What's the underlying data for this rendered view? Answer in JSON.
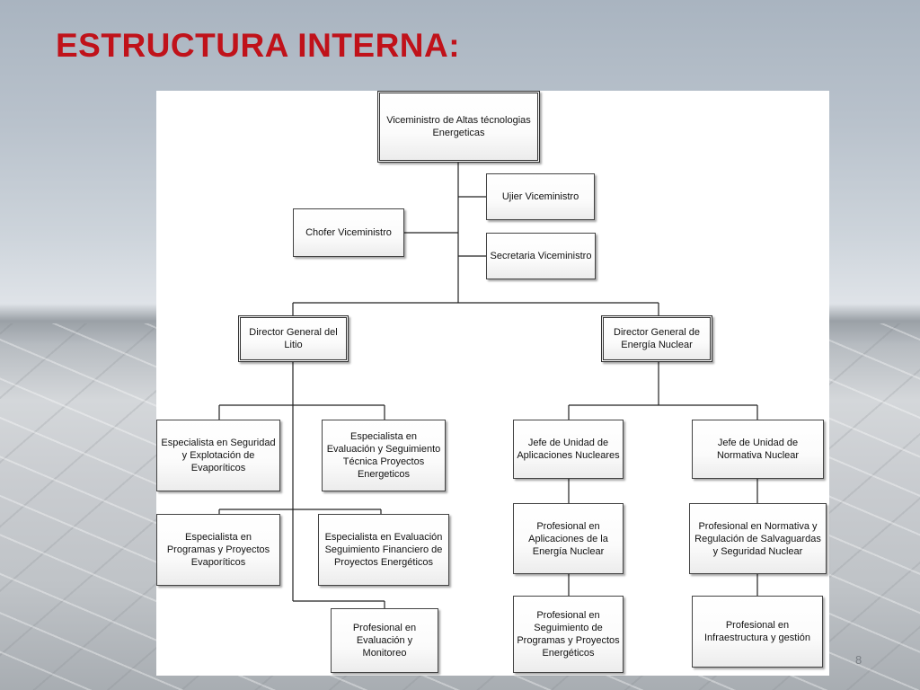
{
  "slide": {
    "title": "ESTRUCTURA INTERNA:",
    "number": "8"
  },
  "org_chart": {
    "viceministro": "Viceministro de Altas técnologias Energeticas",
    "ujier": "Ujier Viceministro",
    "chofer": "Chofer Viceministro",
    "secretaria": "Secretaria Viceministro",
    "director_litio": "Director General del Litio",
    "director_nuclear": "Director General de Energía Nuclear",
    "esp_seguridad": "Especialista en Seguridad y Explotación de Evaporíticos",
    "esp_evaluacion_tecnica": "Especialista en Evaluación y Seguimiento Técnica Proyectos Energeticos",
    "esp_programas": "Especialista en Programas y Proyectos Evaporíticos",
    "esp_evaluacion_financiero": "Especialista en Evaluación Seguimiento Financiero de Proyectos Energéticos",
    "prof_monitoreo": "Profesional en Evaluación y Monitoreo",
    "jefe_aplicaciones": "Jefe de Unidad de Aplicaciones Nucleares",
    "jefe_normativa": "Jefe de Unidad de Normativa Nuclear",
    "prof_aplicaciones": "Profesional en Aplicaciones de la Energía Nuclear",
    "prof_normativa": "Profesional en Normativa y Regulación de Salvaguardas y Seguridad Nuclear",
    "prof_seguimiento": "Profesional en Seguimiento de Programas y Proyectos Energéticos",
    "prof_infraestructura": "Profesional en Infraestructura y gestión"
  }
}
